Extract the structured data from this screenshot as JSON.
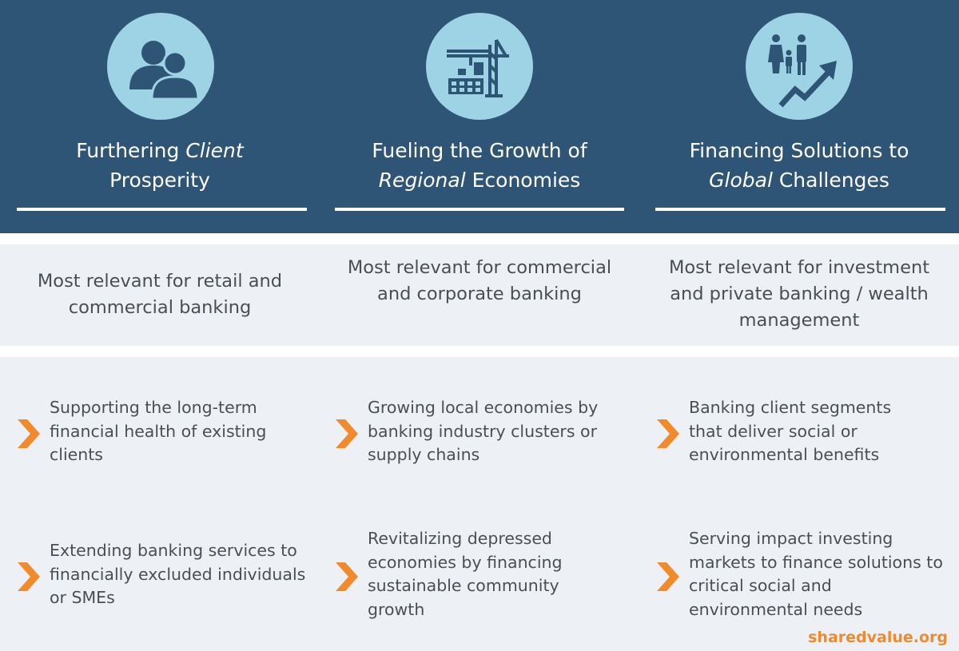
{
  "pillars": [
    {
      "icon": "people-icon",
      "title_line1_pre": "Furthering ",
      "title_line1_em": "Client",
      "title_line1_post": "",
      "title_line2_pre": "Prosperity",
      "title_line2_em": "",
      "title_line2_post": "",
      "relevance": "Most relevant for retail and commercial banking",
      "items": [
        "Supporting the long-term financial health of existing clients",
        "Extending banking services to financially excluded individuals or SMEs"
      ]
    },
    {
      "icon": "crane-construction-icon",
      "title_line1_pre": "Fueling the Growth of",
      "title_line1_em": "",
      "title_line1_post": "",
      "title_line2_pre": "",
      "title_line2_em": "Regional",
      "title_line2_post": " Economies",
      "relevance": "Most relevant for commercial and corporate banking",
      "items": [
        "Growing local economies by banking industry clusters or supply chains",
        "Revitalizing depressed economies by financing sustainable community growth"
      ]
    },
    {
      "icon": "family-growth-icon",
      "title_line1_pre": "Financing Solutions to",
      "title_line1_em": "",
      "title_line1_post": "",
      "title_line2_pre": "",
      "title_line2_em": "Global",
      "title_line2_post": " Challenges",
      "relevance": "Most relevant for investment and private banking / wealth management",
      "items": [
        "Banking client segments that deliver social or environmental benefits",
        "Serving impact investing markets to finance solutions to critical social and environmental needs"
      ]
    }
  ],
  "footer": {
    "brand": "sharedvalue.org"
  },
  "colors": {
    "header": "#2f5576",
    "icon_circle": "#9dd3e4",
    "icon_fill": "#2f5576",
    "band": "#edf1f5",
    "chevron": "#f28a2c",
    "brand": "#f28a2c"
  }
}
